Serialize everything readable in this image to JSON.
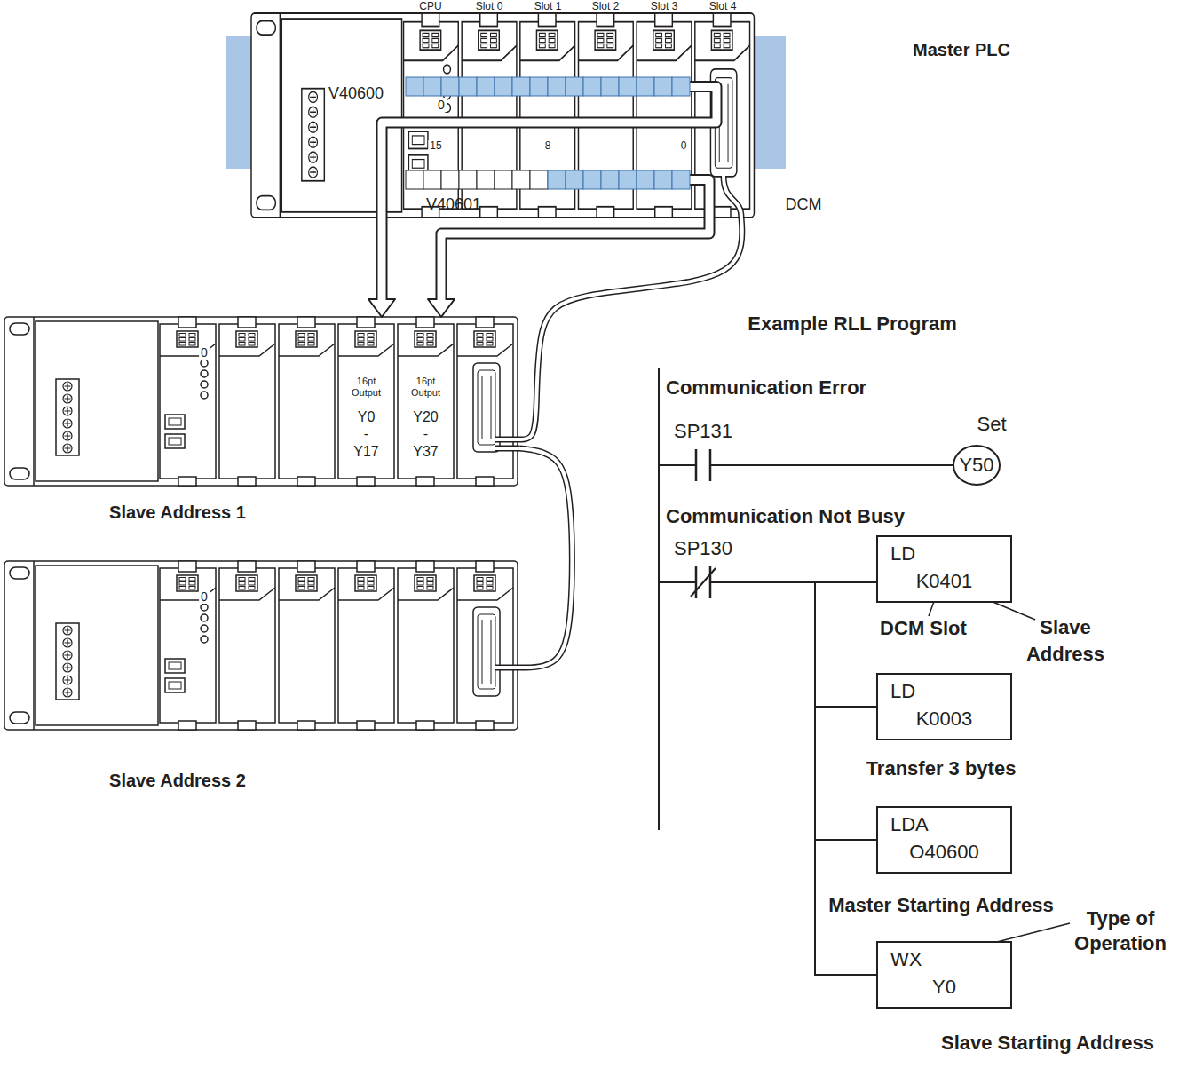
{
  "diagram": {
    "nodes": [
      {
        "text": [
          "Master PLC"
        ]
      },
      {
        "text": [
          "V40600"
        ],
        "in": 0
      },
      {
        "text": [
          "V40601"
        ],
        "in": 0
      },
      {
        "text": [
          "Slave Address 1"
        ]
      },
      {
        "text": [
          "16pt Output",
          "Y0 - Y17"
        ],
        "in": 3
      },
      {
        "text": [
          "16pt Output",
          "Y20 - Y37"
        ],
        "in": 3
      },
      {
        "text": [
          "Slave Address 2"
        ]
      },
      {
        "text": [
          "SP131"
        ]
      },
      {
        "text": [
          "Set",
          "Y50"
        ]
      },
      {
        "text": [
          "SP130"
        ]
      },
      {
        "text": [
          "LD",
          "K0401"
        ]
      },
      {
        "text": [
          "LD",
          "K0003"
        ]
      },
      {
        "text": [
          "LDA",
          "O40600"
        ]
      },
      {
        "text": [
          "WX",
          "Y0"
        ]
      }
    ],
    "edges": [
      {
        "from": 1,
        "to": 4,
        "arrow": "to"
      },
      {
        "from": 2,
        "to": 5,
        "arrow": "to"
      },
      {
        "from": 0,
        "to": 3,
        "arrow": "none"
      },
      {
        "from": 3,
        "to": 6,
        "arrow": "none"
      },
      {
        "from": 7,
        "to": 8,
        "arrow": "none"
      },
      {
        "from": 9,
        "to": 10,
        "arrow": "none"
      },
      {
        "from": 9,
        "to": 11,
        "arrow": "none"
      },
      {
        "from": 9,
        "to": 12,
        "arrow": "none"
      },
      {
        "from": 9,
        "to": 13,
        "arrow": "none"
      }
    ],
    "labels": [
      "CPU",
      "Slot 0",
      "Slot 1",
      "Slot 2",
      "Slot 3",
      "Slot 4",
      "0",
      "15",
      "8",
      "0",
      "DCM",
      "0",
      "0",
      "Example RLL Program",
      "Communication Error",
      "Communication Not Busy",
      "DCM Slot",
      "Slave Address",
      "Transfer 3 bytes",
      "Master Starting Address",
      "Type of Operation",
      "Slave Starting Address"
    ]
  }
}
